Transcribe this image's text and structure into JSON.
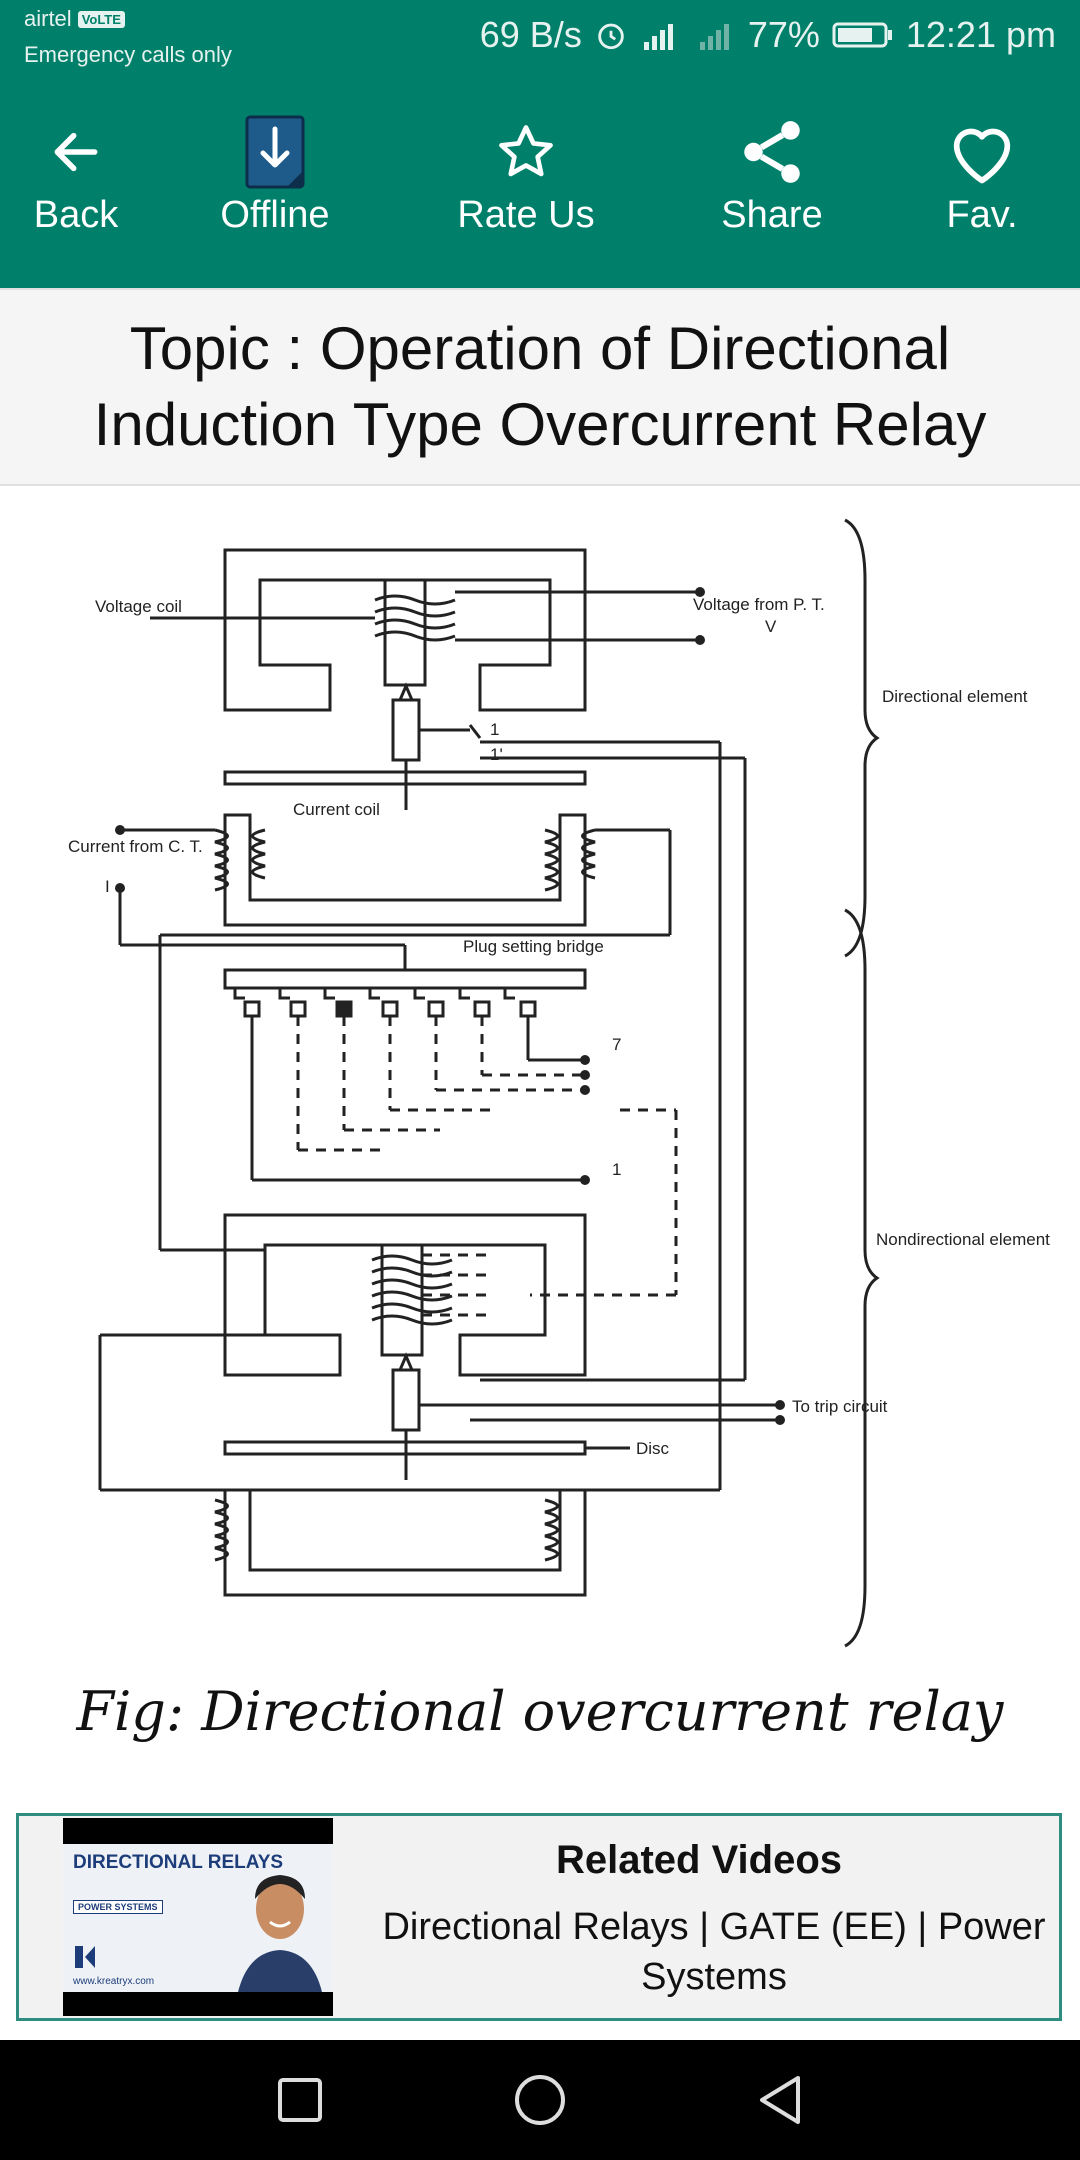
{
  "status_bar": {
    "carrier": "airtel",
    "volte_badge": "VoLTE",
    "emergency": "Emergency calls only",
    "speed": "69 B/s",
    "battery": "77%",
    "time": "12:21 pm"
  },
  "toolbar": {
    "back_label": "Back",
    "offline_label": "Offline",
    "rate_label": "Rate Us",
    "share_label": "Share",
    "fav_label": "Fav."
  },
  "topic": {
    "title": "Topic : Operation of Directional Induction Type Overcurrent Relay"
  },
  "diagram": {
    "labels": {
      "voltage_coil": "Voltage coil",
      "voltage_from_pt": "Voltage from P. T.",
      "v": "V",
      "directional_element": "Directional element",
      "current_coil": "Current coil",
      "current_from_ct": "Current from C. T.",
      "i": "I",
      "plug_setting_bridge": "Plug setting bridge",
      "nondirectional_element": "Nondirectional element",
      "to_trip_circuit": "To trip circuit",
      "disc": "Disc",
      "tap_top": "7",
      "tap_bottom": "1",
      "one": "1",
      "one_prime": "1'"
    }
  },
  "caption": "Fig: Directional overcurrent relay",
  "related": {
    "title": "Related Videos",
    "subtitle": "Directional Relays | GATE (EE) | Power Systems",
    "thumb_title": "DIRECTIONAL RELAYS",
    "thumb_badge": "POWER SYSTEMS",
    "thumb_url": "www.kreatryx.com"
  },
  "colors": {
    "primary": "#00806a",
    "border": "#2f8c80"
  }
}
